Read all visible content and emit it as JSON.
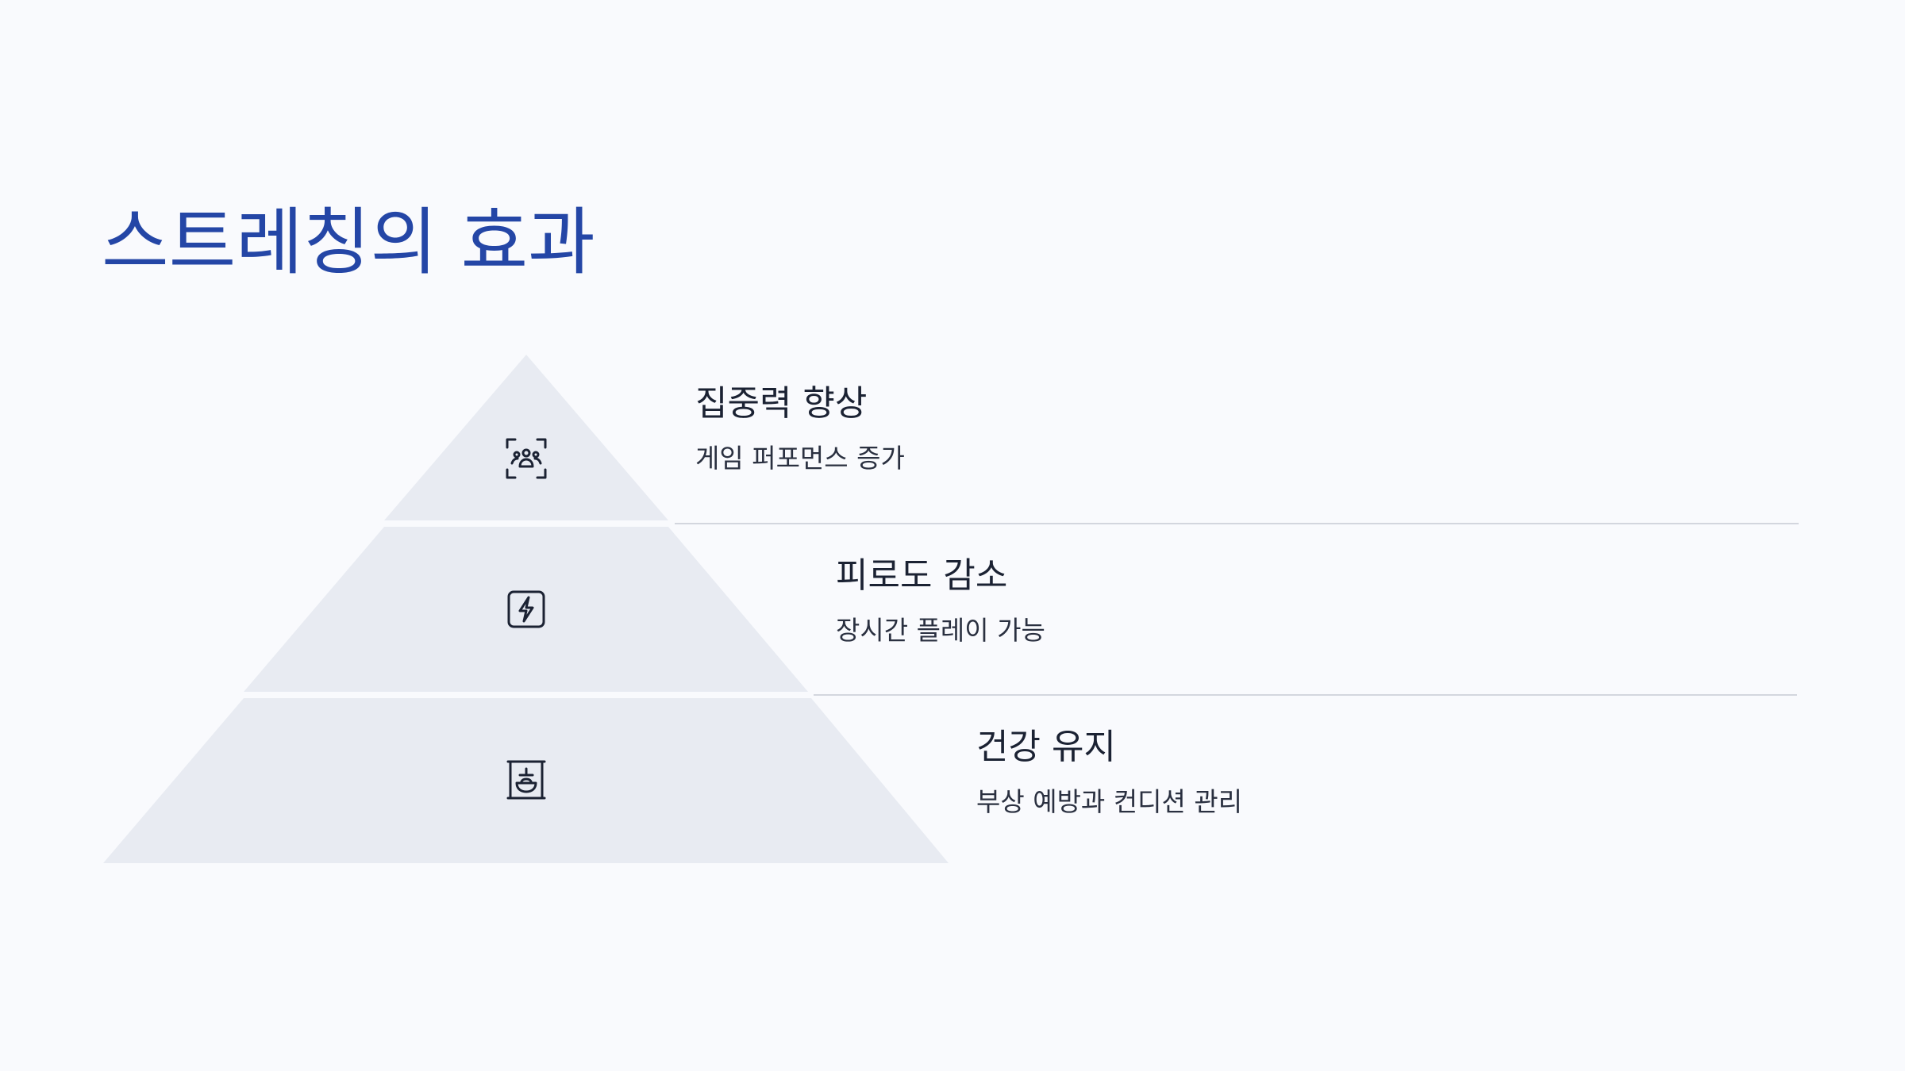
{
  "title": "스트레칭의 효과",
  "colors": {
    "background": "#f9fafd",
    "title": "#2446a6",
    "pyramid_fill": "#e8ebf2",
    "icon_stroke": "#1b2233",
    "divider": "#d3d6de"
  },
  "levels": [
    {
      "heading": "집중력 향상",
      "description": "게임 퍼포먼스 증가",
      "icon": "people-focus-icon"
    },
    {
      "heading": "피로도 감소",
      "description": "장시간 플레이 가능",
      "icon": "lightning-icon"
    },
    {
      "heading": "건강 유지",
      "description": "부상 예방과 컨디션 관리",
      "icon": "spa-icon"
    }
  ]
}
